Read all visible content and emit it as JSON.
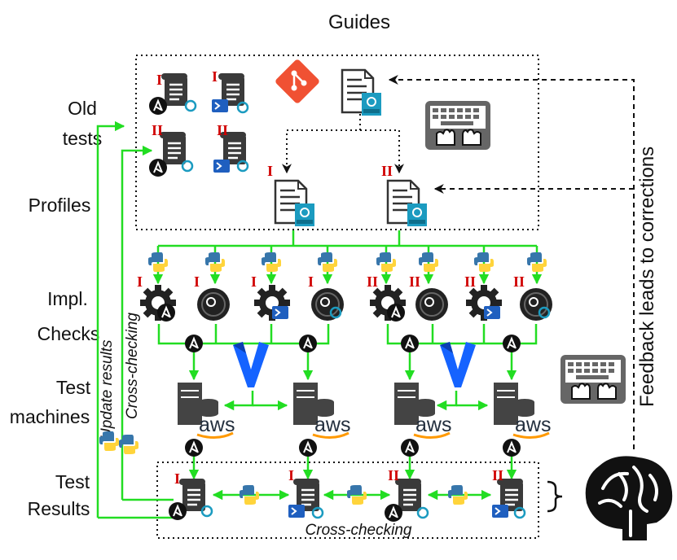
{
  "labels": {
    "guides": "Guides",
    "old_tests_1": "Old",
    "old_tests_2": "tests",
    "profiles": "Profiles",
    "impl": "Impl.",
    "checks": "Checks",
    "test_machines_1": "Test",
    "test_machines_2": "machines",
    "test_results_1": "Test",
    "test_results_2": "Results",
    "update_results": "Update results",
    "cross_checking_vertical": "Cross-checking",
    "cross_checking_bottom": "Cross-checking",
    "feedback": "Feedback leads to corrections"
  },
  "roman": {
    "one": "I",
    "two": "II"
  },
  "aws_text": "aws",
  "colors": {
    "flow_green": "#22dd22",
    "roman_red": "#d00000",
    "git_orange": "#f05133",
    "scapolite_blue": "#1b9bc0",
    "icon_dark": "#333333",
    "vagrant_blue": "#1563ff"
  }
}
